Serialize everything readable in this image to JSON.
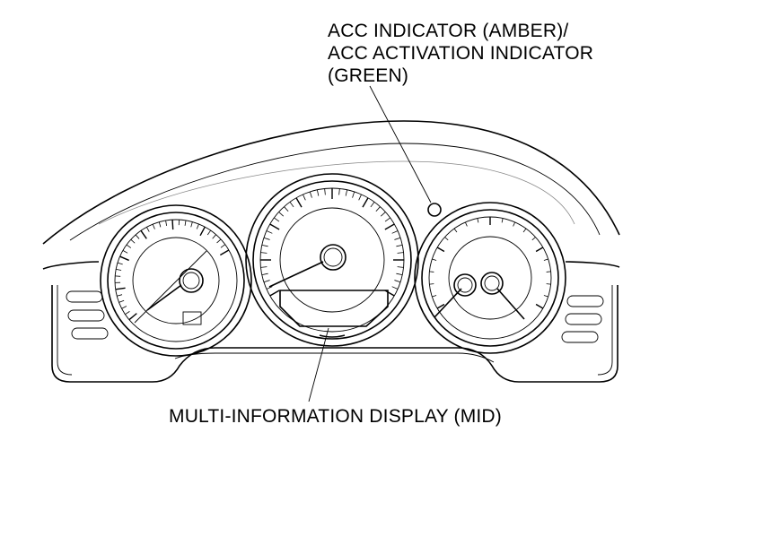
{
  "labels": {
    "acc_indicator": {
      "lines": [
        "ACC INDICATOR (AMBER)/",
        "ACC ACTIVATION INDICATOR",
        "(GREEN)"
      ]
    },
    "mid": {
      "text": "MULTI-INFORMATION DISPLAY (MID)"
    }
  },
  "icons": {
    "acc_indicator": "acc-indicator-lamp-icon",
    "needle": "gauge-needle-icon"
  },
  "colors": {
    "line": "#000000",
    "background": "#ffffff"
  }
}
